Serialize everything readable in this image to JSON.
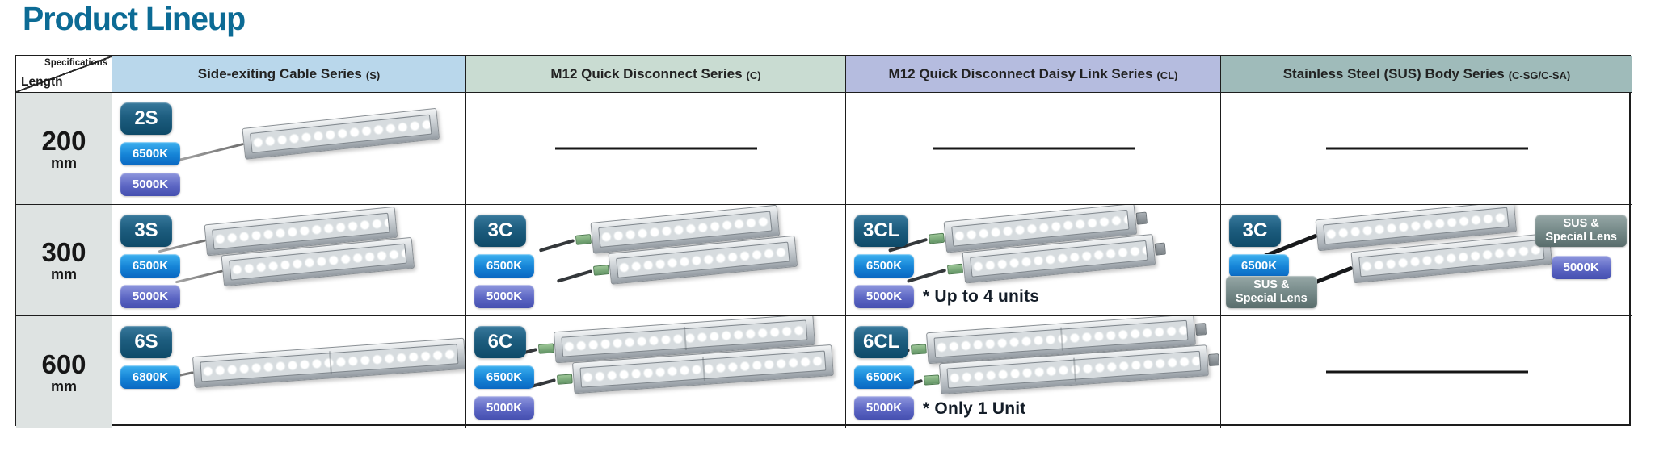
{
  "title": "Product Lineup",
  "colors": {
    "title": "#0c6b95",
    "header_s_bg": "#b9d7eb",
    "header_c_bg": "#c9dcd2",
    "header_cl_bg": "#b5bcdf",
    "header_sus_bg": "#9fbbba",
    "length_col_bg": "#dee3e2",
    "model_badge": "#0e4a68",
    "temp_6500k_badge": "#0a68c2",
    "temp_5000k_badge": "#454fb0",
    "sus_lens_badge": "#596d6c"
  },
  "corner": {
    "spec": "Specifications",
    "length": "Length"
  },
  "columns": [
    {
      "label": "Side-exiting Cable Series",
      "code": "(S)"
    },
    {
      "label": "M12 Quick Disconnect Series",
      "code": "(C)"
    },
    {
      "label": "M12 Quick Disconnect Daisy Link Series",
      "code": "(CL)"
    },
    {
      "label": "Stainless Steel (SUS) Body Series",
      "code": "(C-SG/C-SA)"
    }
  ],
  "rows": [
    {
      "length": "200",
      "unit": "mm"
    },
    {
      "length": "300",
      "unit": "mm"
    },
    {
      "length": "600",
      "unit": "mm"
    }
  ],
  "cells": {
    "s200": {
      "model": "2S",
      "temp1": "6500K",
      "temp2": "5000K"
    },
    "c200": {
      "empty": true
    },
    "cl200": {
      "empty": true
    },
    "sus200": {
      "empty": true
    },
    "s300": {
      "model": "3S",
      "temp1": "6500K",
      "temp2": "5000K"
    },
    "c300": {
      "model": "3C",
      "temp1": "6500K",
      "temp2": "5000K"
    },
    "cl300": {
      "model": "3CL",
      "temp1": "6500K",
      "temp2": "5000K",
      "note": "* Up to 4 units"
    },
    "sus300": {
      "model": "3C",
      "temp1": "6500K",
      "temp2": "5000K",
      "lens1": "SUS &",
      "lens2": "Special Lens"
    },
    "s600": {
      "model": "6S",
      "temp1": "6800K"
    },
    "c600": {
      "model": "6C",
      "temp1": "6500K",
      "temp2": "5000K"
    },
    "cl600": {
      "model": "6CL",
      "temp1": "6500K",
      "temp2": "5000K",
      "note": "* Only 1 Unit"
    },
    "sus600": {
      "empty": true
    }
  }
}
